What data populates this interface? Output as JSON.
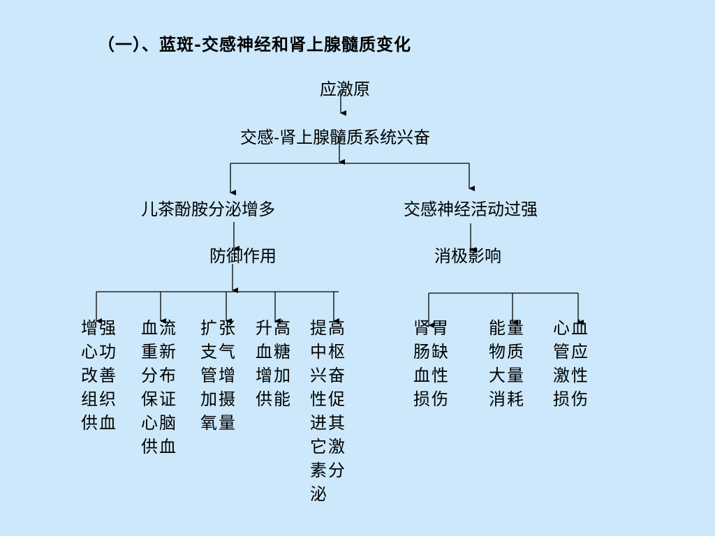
{
  "title": "（一）、蓝斑-交感神经和肾上腺髓质变化",
  "nodes": {
    "stressor": "应激原",
    "sympathetic_adrenal": "交感-肾上腺髓质系统兴奋",
    "catecholamine": "儿茶酚胺分泌增多",
    "sympathetic_overactive": "交感神经活动过强",
    "defense": "防御作用",
    "negative": "消极影响"
  },
  "defense_effects": [
    "增强心功改善组织供血",
    "血流重新分布保证心脑供血",
    "扩张支气管增加摄氧量",
    "升高血糖增加供能",
    "提高中枢兴奋性促进其它激素分泌"
  ],
  "negative_effects": [
    "肾胃肠缺血性损伤",
    "能量物质大量消耗",
    "心血管应激性损伤"
  ]
}
